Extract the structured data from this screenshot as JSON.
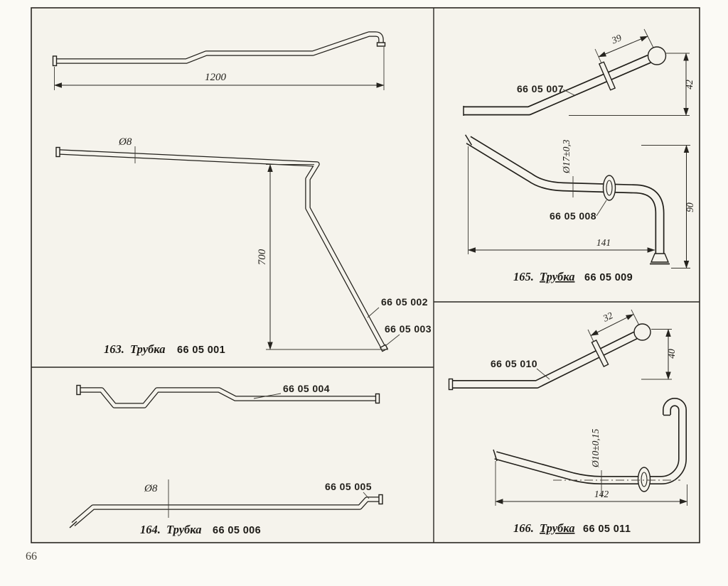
{
  "page": {
    "number": "66"
  },
  "figures": {
    "fig163": {
      "caption": {
        "num": "163.",
        "name": "Трубка",
        "part": "66 05 001"
      },
      "dims": {
        "len": "1200",
        "dia": "Ø8",
        "h": "700"
      },
      "labels": {
        "part2": "66 05 002",
        "part3": "66 05 003"
      }
    },
    "fig164": {
      "caption": {
        "num": "164.",
        "name": "Трубка",
        "part": "66 05 006"
      },
      "dims": {
        "dia": "Ø8"
      },
      "labels": {
        "part4": "66 05 004",
        "part5": "66 05 005"
      }
    },
    "fig165": {
      "caption": {
        "num": "165.",
        "name": "Трубка",
        "part": "66 05 009"
      },
      "dims": {
        "l39": "39",
        "h42": "42",
        "dia": "Ø17±0,3",
        "l141": "141",
        "h90": "90"
      },
      "labels": {
        "part7": "66 05 007",
        "part8": "66 05 008"
      }
    },
    "fig166": {
      "caption": {
        "num": "166.",
        "name": "Трубка",
        "part": "66 05 011"
      },
      "dims": {
        "l32": "32",
        "h40": "40",
        "dia": "Ø10±0,15",
        "l142": "142"
      },
      "labels": {
        "part10": "66 05 010"
      }
    }
  }
}
